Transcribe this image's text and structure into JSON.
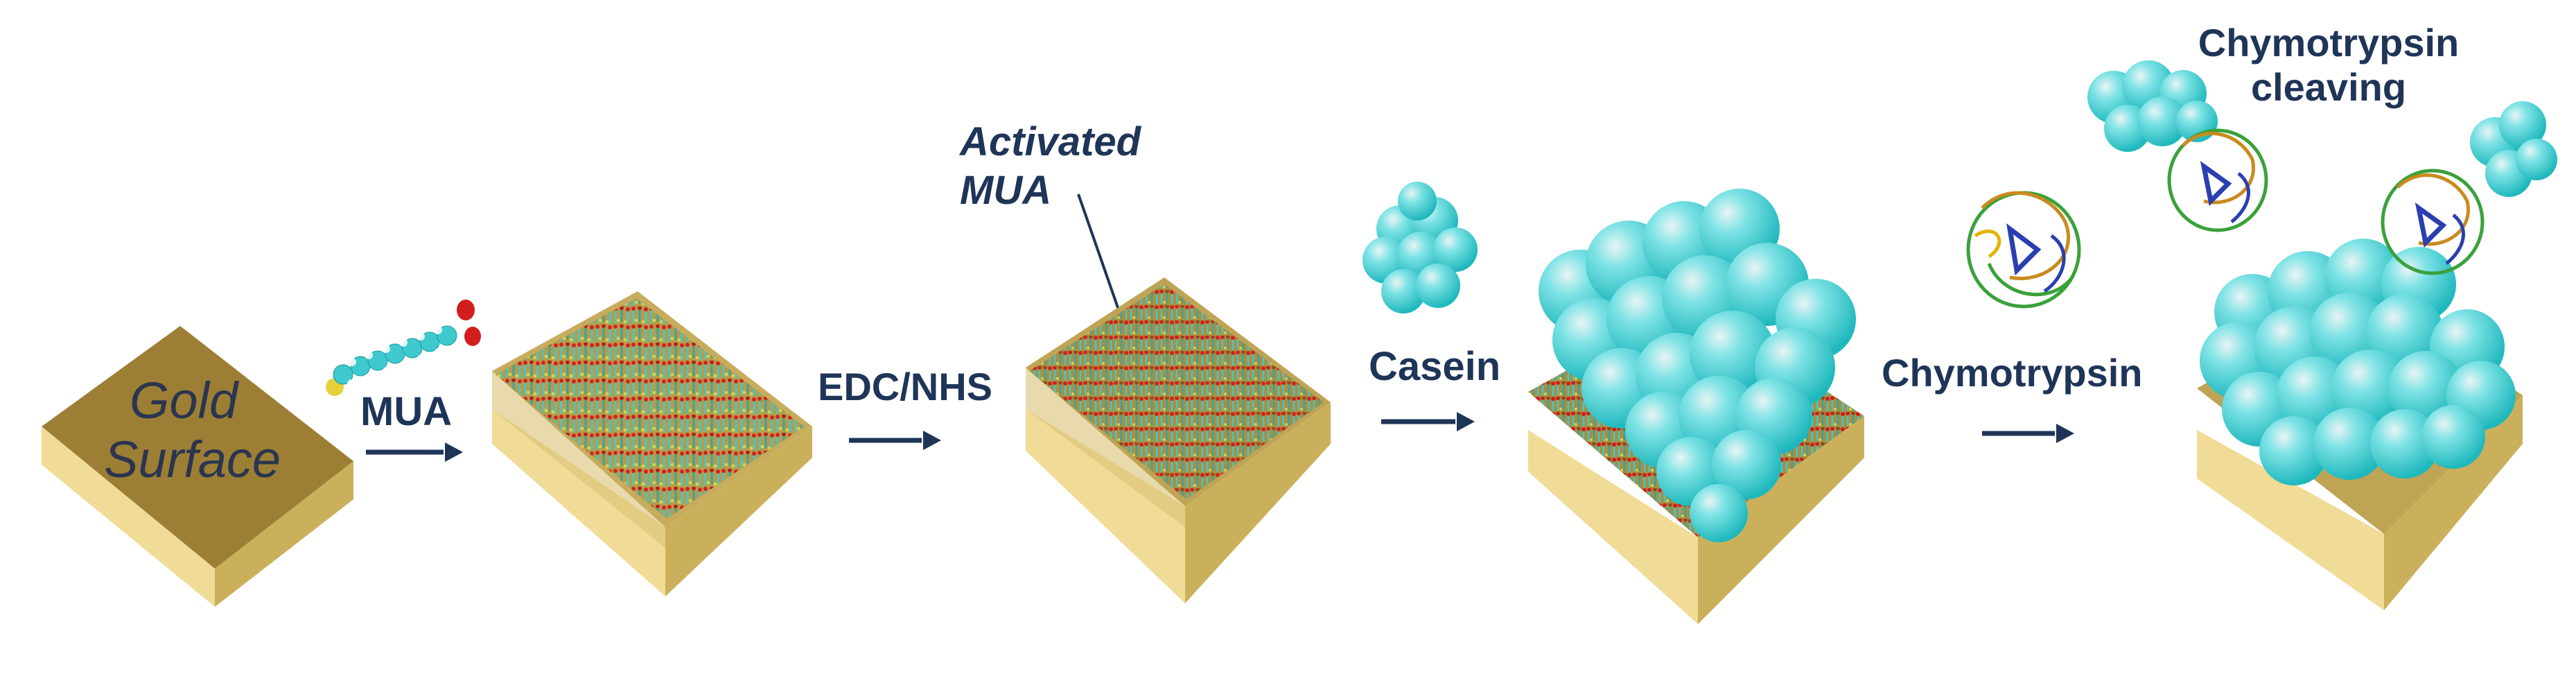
{
  "steps": {
    "gold_surface": {
      "line1": "Gold",
      "line2": "Surface"
    },
    "mua": "MUA",
    "edc_nhs": "EDC/NHS",
    "activated_mua": {
      "line1": "Activated",
      "line2": "MUA"
    },
    "casein": "Casein",
    "chymotrypsin": "Chymotrypsin",
    "chymotrypsin_cleaving": {
      "line1": "Chymotrypsin",
      "line2": "cleaving"
    }
  },
  "colors": {
    "gold_top": "#9c7f34",
    "gold_left": "#f0dc96",
    "gold_right": "#cbb05c",
    "text": "#1f3558",
    "arrow": "#1f3558",
    "casein": "#2fd4d8",
    "casein_highlight": "#e9f4f4",
    "mua_chain": "#3ec9cf",
    "oxygen": "#d21d1d",
    "sulfur": "#e6d13a",
    "protein_green": "#3aa13a",
    "protein_orange": "#c98b1f",
    "protein_blue": "#2a3fb0"
  },
  "icons": [
    "arrow-right-icon",
    "mua-molecule-icon",
    "casein-protein-icon",
    "chymotrypsin-enzyme-icon"
  ]
}
